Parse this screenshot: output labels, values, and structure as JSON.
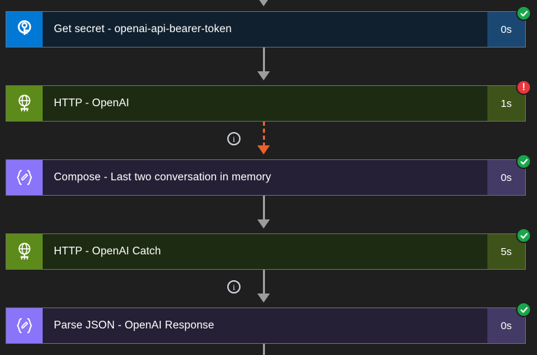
{
  "canvas": {
    "background": "#1f1f20",
    "connector_color": "#9c9c9c",
    "error_connector_color": "#e8622a"
  },
  "palette": {
    "keyvault_icon_bg": "#0078d4",
    "keyvault_card_bg": "#10202e",
    "keyvault_duration_bg": "#1b4872",
    "http_icon_bg": "#5c8a1b",
    "http_card_bg": "#1d2b12",
    "http_duration_bg": "#3e5319",
    "compose_icon_bg": "#8a74f9",
    "compose_card_bg": "#262036",
    "compose_duration_bg": "#433a66",
    "success_badge": "#1aa64b",
    "failure_badge": "#e8383d"
  },
  "workflow": {
    "steps": [
      {
        "id": "get-secret",
        "title": "Get secret - openai-api-bearer-token",
        "duration": "0s",
        "status": "succeeded",
        "icon": "key-vault-icon",
        "theme": "blue"
      },
      {
        "id": "http-openai",
        "title": "HTTP - OpenAI",
        "duration": "1s",
        "status": "failed",
        "icon": "globe-http-icon",
        "theme": "green"
      },
      {
        "id": "compose-last-two-conversation",
        "title": "Compose - Last two conversation in memory",
        "duration": "0s",
        "status": "succeeded",
        "icon": "compose-braces-pencil-icon",
        "theme": "purple"
      },
      {
        "id": "http-openai-catch",
        "title": "HTTP - OpenAI Catch",
        "duration": "5s",
        "status": "succeeded",
        "icon": "globe-http-icon",
        "theme": "green"
      },
      {
        "id": "parse-json-openai-response",
        "title": "Parse JSON - OpenAI Response",
        "duration": "0s",
        "status": "succeeded",
        "icon": "compose-braces-pencil-icon",
        "theme": "purple"
      }
    ],
    "connectors": [
      {
        "id": "conn-top",
        "style": "solid",
        "badge": null
      },
      {
        "id": "conn-1-2",
        "style": "solid",
        "badge": null
      },
      {
        "id": "conn-2-3",
        "style": "dashed",
        "badge": "i"
      },
      {
        "id": "conn-3-4",
        "style": "solid",
        "badge": null
      },
      {
        "id": "conn-4-5",
        "style": "solid",
        "badge": "i"
      },
      {
        "id": "conn-bottom",
        "style": "solid",
        "badge": null
      }
    ]
  }
}
